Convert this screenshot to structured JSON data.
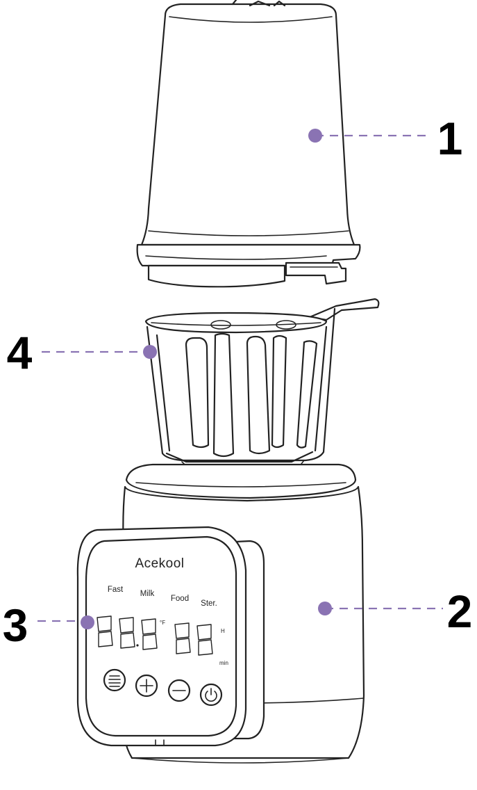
{
  "callouts": [
    {
      "number": "1",
      "part": "lid-cup"
    },
    {
      "number": "2",
      "part": "base-body"
    },
    {
      "number": "3",
      "part": "control-panel"
    },
    {
      "number": "4",
      "part": "steam-basket"
    }
  ],
  "panel": {
    "brand": "Acekool",
    "modes": [
      "Fast",
      "Milk",
      "Food",
      "Ster."
    ],
    "units": {
      "temperature": "°F",
      "hours": "H",
      "minutes": "min"
    },
    "buttons": [
      {
        "name": "menu-button",
        "icon": "menu-lines-icon"
      },
      {
        "name": "plus-button",
        "icon": "plus-icon"
      },
      {
        "name": "minus-button",
        "icon": "minus-icon"
      },
      {
        "name": "power-button",
        "icon": "power-icon"
      }
    ]
  },
  "colors": {
    "callout_dot": "#8a73b3",
    "leader_line": "#8a73b3",
    "outline": "#222222"
  }
}
